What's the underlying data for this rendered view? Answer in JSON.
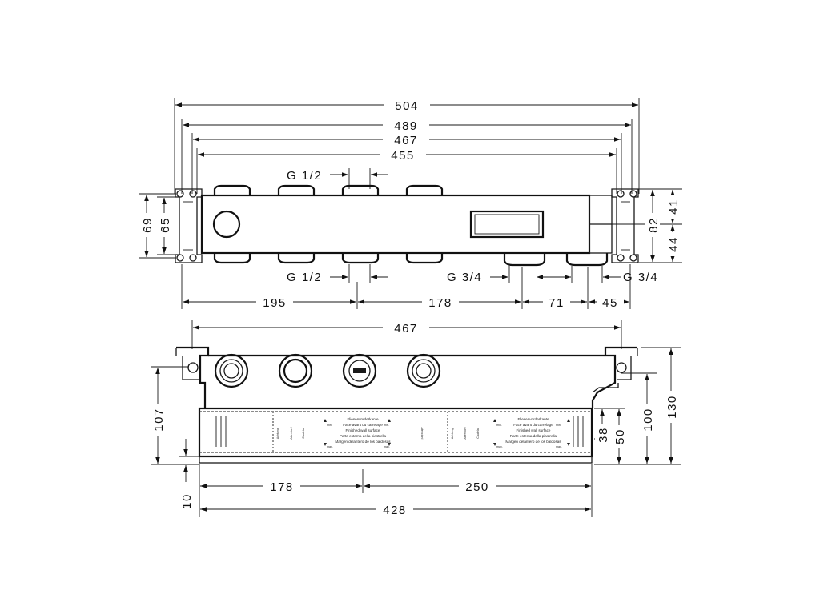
{
  "top_view": {
    "dims_width": [
      "504",
      "489",
      "467",
      "455"
    ],
    "thread_top": "G 1/2",
    "thread_bottom_left": "G 1/2",
    "thread_bottom_mid": "G 3/4",
    "thread_bottom_right": "G 3/4",
    "left_height_outer": "69",
    "left_height_inner": "65",
    "right_top": "41",
    "right_total": "82",
    "right_bottom": "44",
    "bottom_spacing": [
      "195",
      "178",
      "71",
      "45"
    ]
  },
  "front_view": {
    "top_width": "467",
    "left_height": "107",
    "left_offset": "10",
    "right_heights": [
      "38",
      "50",
      "100",
      "130"
    ],
    "bottom_spacing": [
      "178",
      "250"
    ],
    "bottom_total": "428",
    "plaster_label": {
      "de": "Fliesenvorderkante",
      "fr": "Face avant du carrelage",
      "en": "Finished wall surface",
      "it": "Parte esterna della piastrella",
      "es": "Margen delantero de los baldosas"
    },
    "limit_min": "min.",
    "limit_max": "max.",
    "warning_de": "Achtung!",
    "warning_fr": "Attention!",
    "warning_it": "Cautela!",
    "warning_es": "Atención!"
  }
}
